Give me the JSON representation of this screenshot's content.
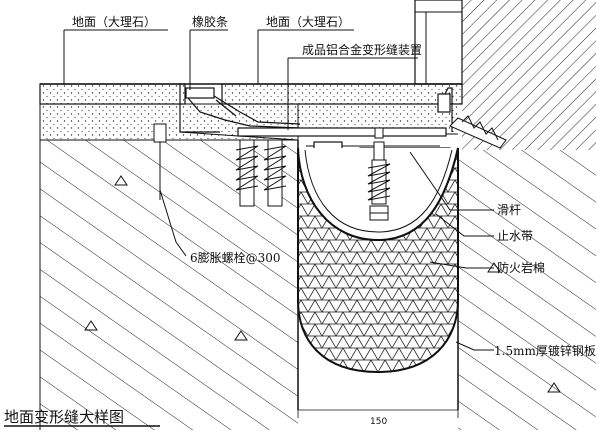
{
  "title": "地面变形缝大样图",
  "labels": {
    "floor_left": "地面（大理石）",
    "rubber_strip": "橡胶条",
    "floor_right": "地面（大理石）",
    "device": "成品铝合金变形缝装置",
    "slide_rod": "滑杆",
    "water_stop": "止水带",
    "fire_wool": "防火岩棉",
    "steel_plate": "1.5mm厚镀锌钢板",
    "bolt": "6膨胀螺栓@300"
  },
  "dimension": "150"
}
